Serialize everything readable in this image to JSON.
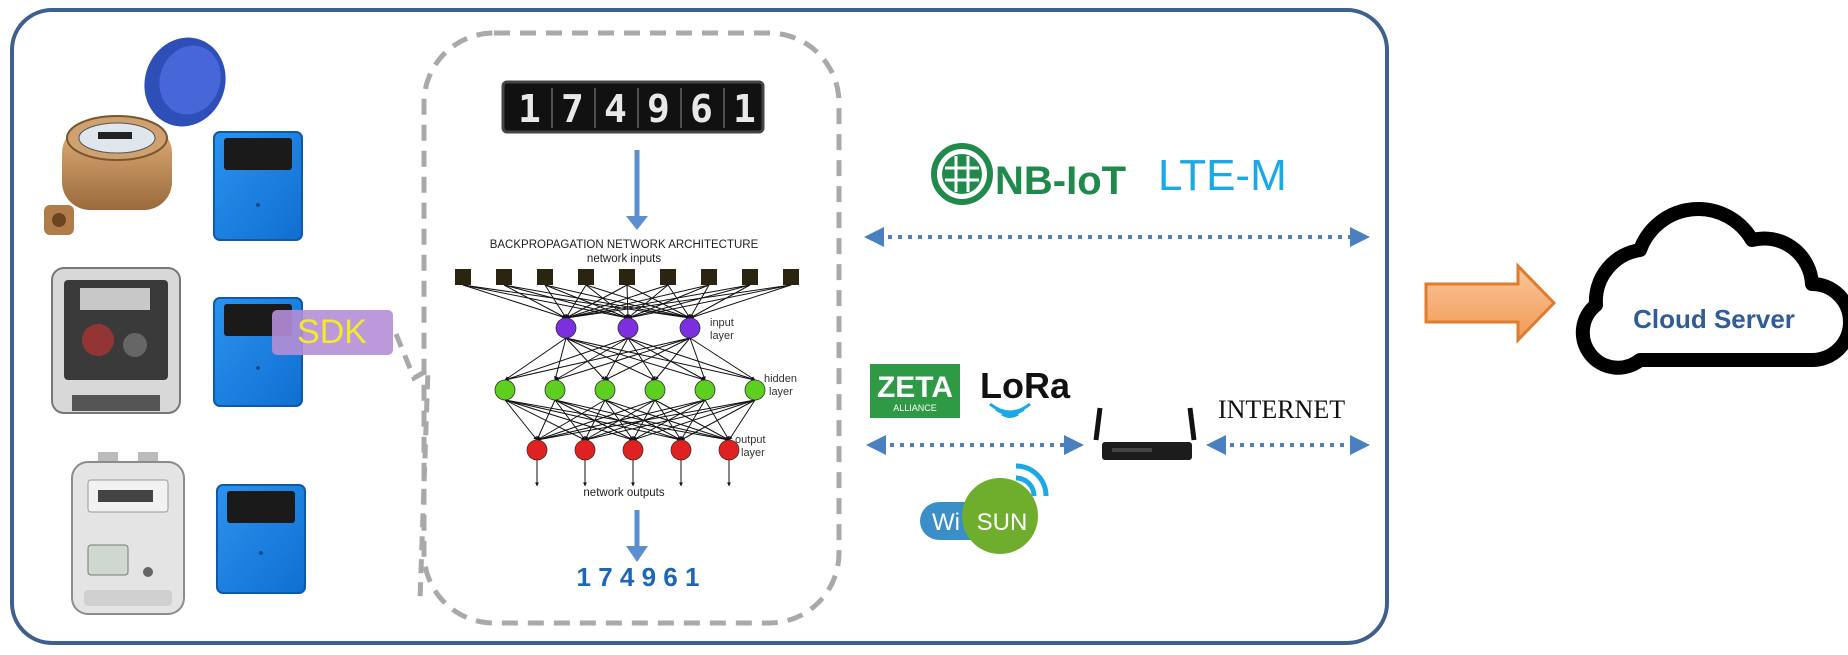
{
  "digits_image_text": [
    "1",
    "7",
    "4",
    "9",
    "6",
    "1"
  ],
  "nn": {
    "title": "BACKPROPAGATION NETWORK ARCHITECTURE",
    "inputs_label": "network inputs",
    "input_layer_label": [
      "input",
      "layer"
    ],
    "hidden_layer_label": [
      "hidden",
      "layer"
    ],
    "output_layer_label": [
      "output",
      "layer"
    ],
    "outputs_label": "network outputs",
    "colors": {
      "input": "#7b2fe0",
      "hidden": "#5ccf1f",
      "output": "#e32020"
    }
  },
  "result_digits": "1 7 4 9 6 1",
  "sdk_label": "SDK",
  "wireless": {
    "nbiot_label": "NB-IoT",
    "ltem_label": "LTE-M",
    "zeta_label": "ZETA",
    "zeta_sub": "ALLIANCE",
    "lora_label": "LoRa",
    "wisun_wi": "Wi",
    "wisun_sun": "SUN",
    "internet_label": "INTERNET"
  },
  "cloud_label": "Cloud Server",
  "colors": {
    "frame": "#3f5f8f",
    "arrow_blue": "#4a7fc0",
    "dash_gray": "#a9a9a9",
    "device_blue": "#1e84e8",
    "orange": "#f4a36a",
    "ltem": "#1aa8e6",
    "nbiot_green": "#1f8a4c",
    "zeta_green": "#2e9a45",
    "cloud_text": "#2f5d98"
  },
  "icons": [
    "water-meter",
    "electric-meter",
    "gas-meter",
    "camera-reader-device",
    "router",
    "cloud"
  ]
}
